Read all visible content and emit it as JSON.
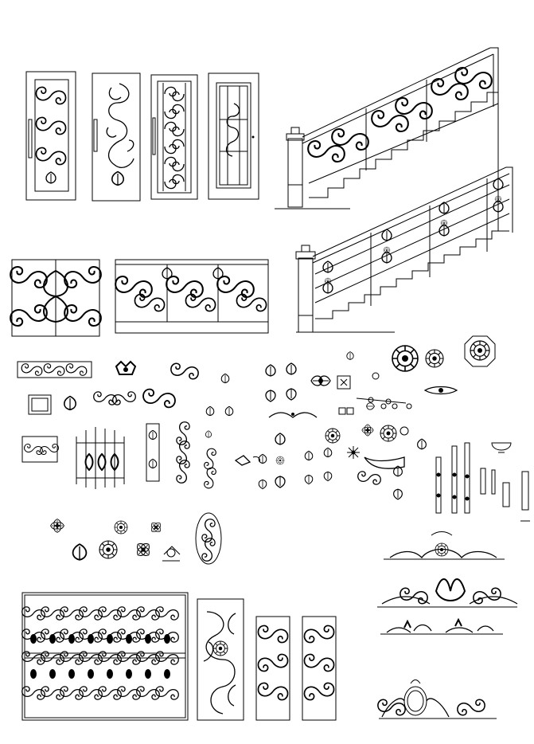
{
  "sheet": {
    "background": "#ffffff",
    "ink": "#000000"
  },
  "groups": [
    {
      "name": "doors",
      "count": 4
    },
    {
      "name": "staircase-railings",
      "count": 2
    },
    {
      "name": "fence-panels",
      "count": 2
    },
    {
      "name": "small-ornaments",
      "count": 40
    },
    {
      "name": "balusters",
      "count": 8
    },
    {
      "name": "rosettes",
      "count": 6
    },
    {
      "name": "pediment-crests",
      "count": 4
    },
    {
      "name": "grille-panels",
      "count": 4
    }
  ]
}
